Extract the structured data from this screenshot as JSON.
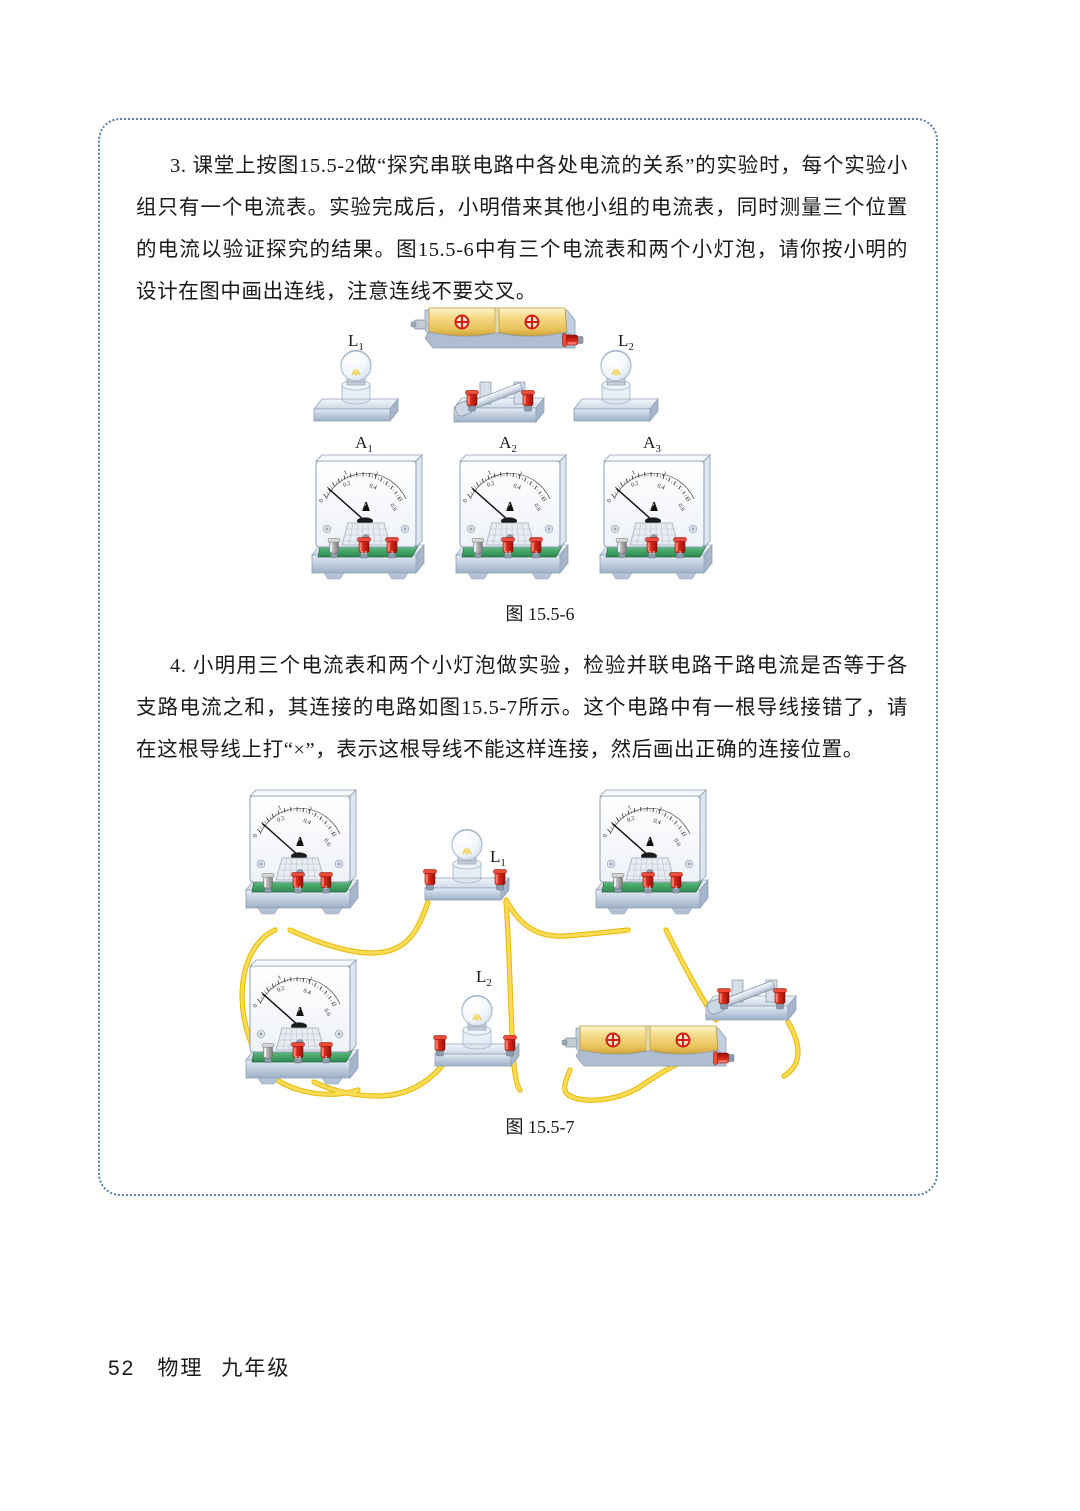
{
  "page": {
    "footer_page_number": "52",
    "footer_subject": "物理",
    "footer_grade": "九年级"
  },
  "questions": [
    {
      "number": "3.",
      "text": "课堂上按图15.5-2做“探究串联电路中各处电流的关系”的实验时，每个实验小组只有一个电流表。实验完成后，小明借来其他小组的电流表，同时测量三个位置的电流以验证探究的结果。图15.5-6中有三个电流表和两个小灯泡，请你按小明的设计在图中画出连线，注意连线不要交叉。"
    },
    {
      "number": "4.",
      "text": "小明用三个电流表和两个小灯泡做实验，检验并联电路干路电流是否等于各支路电流之和，其连接的电路如图15.5-7所示。这个电路中有一根导线接错了，请在这根导线上打“×”，表示这根导线不能这样连接，然后画出正确的连接位置。"
    }
  ],
  "figures": [
    {
      "id": "fig-15-5-6",
      "caption": "图 15.5-6",
      "components": {
        "battery": {
          "label": "",
          "cells": 2,
          "polarity_symbol": "⊕"
        },
        "lamps": [
          {
            "label": "L",
            "subscript": "1"
          },
          {
            "label": "L",
            "subscript": "2"
          }
        ],
        "switch": {
          "label": "",
          "state": "open"
        },
        "ammeters": [
          {
            "label": "A",
            "subscript": "1"
          },
          {
            "label": "A",
            "subscript": "2"
          },
          {
            "label": "A",
            "subscript": "3"
          }
        ]
      },
      "wires": []
    },
    {
      "id": "fig-15-5-7",
      "caption": "图 15.5-7",
      "components": {
        "battery": {
          "label": "",
          "cells": 2,
          "polarity_symbol": "⊕"
        },
        "lamps": [
          {
            "label": "L",
            "subscript": "1"
          },
          {
            "label": "L",
            "subscript": "2"
          }
        ],
        "switch": {
          "label": "",
          "state": "open"
        },
        "ammeters": [
          {
            "label": "A",
            "subscript": ""
          },
          {
            "label": "A",
            "subscript": ""
          },
          {
            "label": "A",
            "subscript": ""
          }
        ]
      },
      "wires": [
        "ammeter-top-left-minus to ammeter-bottom-left-minus",
        "ammeter-top-left-0.6 to lamp-L1-left",
        "lamp-L1-right to ammeter-top-right-minus",
        "lamp-L1-right to lamp-L2-right",
        "ammeter-top-right-3 to switch-left",
        "switch-right to battery-right",
        "battery-left to lamp-L2-right",
        "lamp-L2-left to ammeter-bottom-left-0.6"
      ]
    }
  ],
  "ammeter": {
    "unit_symbol": "A",
    "upper_scale_ticks": [
      "0",
      "1",
      "2",
      "3"
    ],
    "lower_scale_ticks": [
      "0.2",
      "0.4",
      "0.6"
    ],
    "terminal_labels": [
      "-",
      "0.6",
      "3"
    ]
  },
  "colors": {
    "frame_border": "#5b7fa6",
    "wire": "#f5d020",
    "terminal_red": "#d42020",
    "base_blue": "#b8c6da",
    "ammeter_base_green": "#3f9b5c",
    "battery_yellow": "#f0d77a",
    "text": "#1a1a1a"
  }
}
